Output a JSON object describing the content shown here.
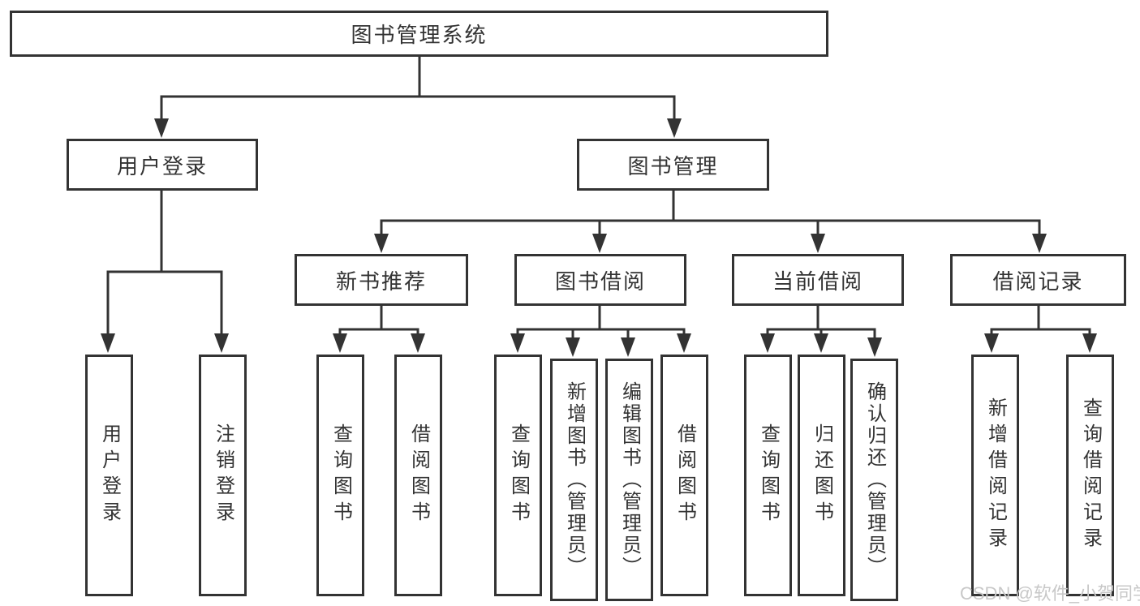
{
  "diagram": {
    "type": "hierarchy-tree",
    "colors": {
      "line": "#333333",
      "text": "#333333",
      "box_background": "#ffffff",
      "page_background": "#ffffff",
      "watermark": "#c8c8c8"
    },
    "tree": {
      "label": "图书管理系统",
      "children": [
        {
          "label": "用户登录",
          "children": [
            {
              "label": "用户登录"
            },
            {
              "label": "注销登录"
            }
          ]
        },
        {
          "label": "图书管理",
          "children": [
            {
              "label": "新书推荐",
              "children": [
                {
                  "label": "查询图书"
                },
                {
                  "label": "借阅图书"
                }
              ]
            },
            {
              "label": "图书借阅",
              "children": [
                {
                  "label": "查询图书"
                },
                {
                  "label": "新增图书（管理员）"
                },
                {
                  "label": "编辑图书（管理员）"
                },
                {
                  "label": "借阅图书"
                }
              ]
            },
            {
              "label": "当前借阅",
              "children": [
                {
                  "label": "查询图书"
                },
                {
                  "label": "归还图书"
                },
                {
                  "label": "确认归还（管理员）"
                }
              ]
            },
            {
              "label": "借阅记录",
              "children": [
                {
                  "label": "新增借阅记录"
                },
                {
                  "label": "查询借阅记录"
                }
              ]
            }
          ]
        }
      ]
    }
  },
  "watermark": {
    "text": "CSDN @软件_小贺同学"
  }
}
